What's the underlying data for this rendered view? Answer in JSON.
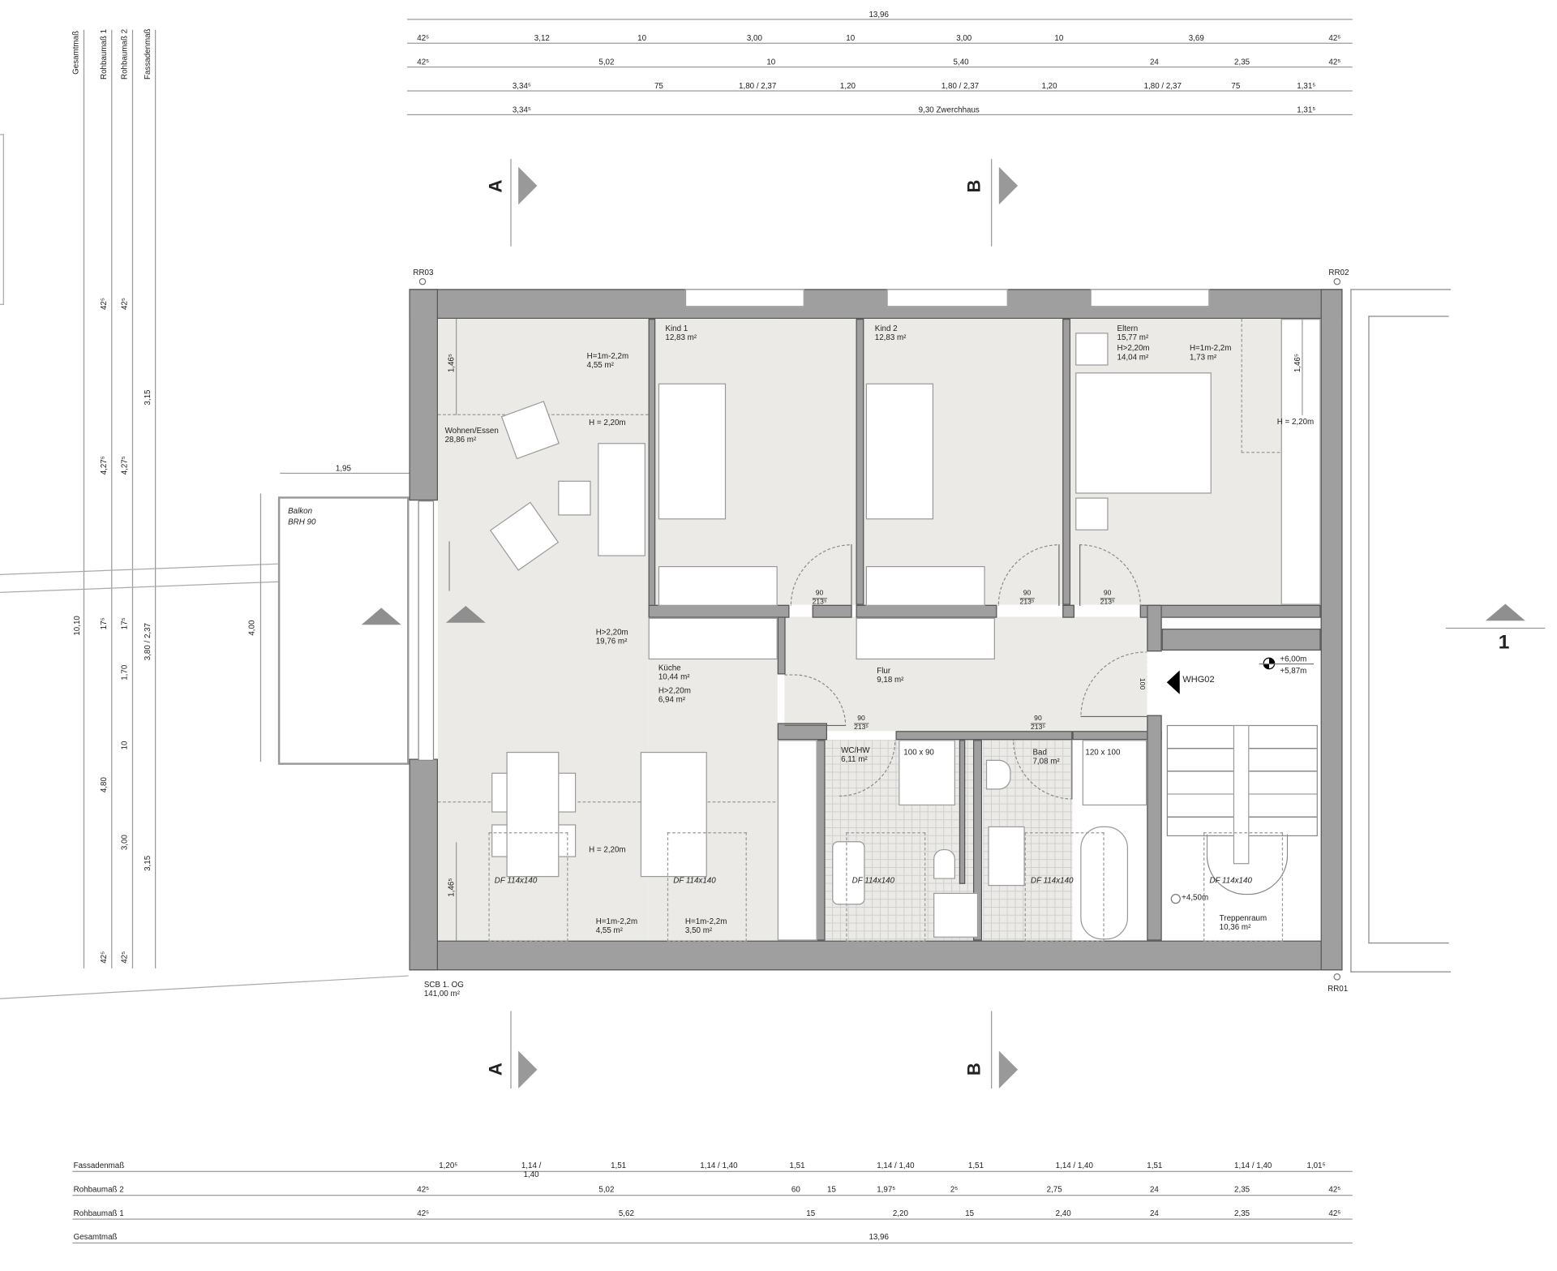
{
  "plan": {
    "title": "SCB 1. OG",
    "total_area": "141,00 m²",
    "unit_label": "WHG02",
    "level_top": "+6,00m",
    "level_bottom": "+5,87m",
    "stair_level": "+4,50m",
    "section_markers": [
      "A",
      "B"
    ],
    "view_marker": "1",
    "reference_points": [
      "RR03",
      "RR02",
      "RR01"
    ]
  },
  "top_dimensions": {
    "overall": "13,96",
    "row1": [
      "42⁵",
      "3,12",
      "10",
      "3,00",
      "10",
      "3,00",
      "10",
      "3,69",
      "42⁵"
    ],
    "row2": [
      "42⁵",
      "5,02",
      "10",
      "5,40",
      "24",
      "2,35",
      "42⁵"
    ],
    "row3": [
      "3,34⁵",
      "75",
      "1,80 / 2,37",
      "1,20",
      "1,80 / 2,37",
      "1,20",
      "1,80 / 2,37",
      "75",
      "1,31⁵"
    ],
    "row4": [
      "3,34⁵",
      "9,30 Zwerchhaus",
      "1,31⁵"
    ]
  },
  "bottom_dimensions": {
    "labels": [
      "Fassadenmaß",
      "Rohbaumaß 2",
      "Rohbaumaß 1",
      "Gesamtmaß"
    ],
    "fassadenmass": [
      "1,20⁵",
      "1,14 / 1,40",
      "1,51",
      "1,14 / 1,40",
      "1,51",
      "1,14 / 1,40",
      "1,51",
      "1,14 / 1,40",
      "1,51",
      "1,14 / 1,40",
      "1,01⁵"
    ],
    "rohbaumass2": [
      "42⁵",
      "5,02",
      "60",
      "15",
      "1,97⁵",
      "2⁵",
      "2,75",
      "24",
      "2,35",
      "42⁵"
    ],
    "rohbaumass1": [
      "42⁵",
      "5,62",
      "15",
      "2,20",
      "15",
      "2,40",
      "24",
      "2,35",
      "42⁵"
    ],
    "gesamtmass": "13,96"
  },
  "left_dimensions": {
    "labels": [
      "Gesamtmaß",
      "Rohbaumaß 1",
      "Rohbaumaß 2",
      "Fassadenmaß"
    ],
    "gesamtmass": "10,10",
    "rohbaumass1": [
      "42⁵",
      "4,27⁵",
      "17⁵",
      "4,80",
      "42⁵"
    ],
    "rohbaumass2": [
      "42⁵",
      "4,27⁵",
      "17⁵",
      "1,70",
      "10",
      "3,00",
      "42⁵"
    ],
    "fassadenmass": [
      "3,15",
      "3,80 / 2,37",
      "3,15"
    ]
  },
  "rooms": [
    {
      "name": "Wohnen/Essen",
      "area": "28,86 m²"
    },
    {
      "name": "Kind 1",
      "area": "12,83 m²"
    },
    {
      "name": "Kind 2",
      "area": "12,83 m²"
    },
    {
      "name": "Eltern",
      "area": "15,77 m²",
      "sub": "H>2,20m",
      "sub_area": "14,04 m²"
    },
    {
      "name": "Küche",
      "area": "10,44 m²",
      "sub": "H>2,20m",
      "sub_area": "6,94 m²"
    },
    {
      "name": "Flur",
      "area": "9,18 m²"
    },
    {
      "name": "WC/HW",
      "area": "6,11 m²"
    },
    {
      "name": "Bad",
      "area": "7,08 m²"
    },
    {
      "name": "Treppenraum",
      "area": "10,36 m²"
    }
  ],
  "zones": {
    "living_top_low": {
      "h": "H=1m-2,2m",
      "area": "4,55 m²"
    },
    "living_h": "H = 2,20m",
    "living_mid": {
      "h": "H>2,20m",
      "area": "19,76 m²"
    },
    "living_bottom_h": "H = 2,20m",
    "living_bottom_low": {
      "h": "H=1m-2,2m",
      "area": "4,55 m²"
    },
    "kitchen_bottom_low": {
      "h": "H=1m-2,2m",
      "area": "3,50 m²"
    },
    "eltern_low": {
      "h": "H=1m-2,2m",
      "area": "1,73 m²"
    },
    "eltern_h": "H = 2,20m",
    "dim_146": "1,46⁵"
  },
  "balcony": {
    "name": "Balkon",
    "note": "BRH 90",
    "width": "1,95",
    "depth": "4,00"
  },
  "shower_sizes": [
    "100 x 90",
    "120 x 100"
  ],
  "skylights": [
    "DF 114x140",
    "DF 114x140",
    "DF 114x140",
    "DF 114x140",
    "DF 114x140"
  ],
  "doors": {
    "width": "90",
    "height": "213⁵",
    "entry_width": "100"
  }
}
